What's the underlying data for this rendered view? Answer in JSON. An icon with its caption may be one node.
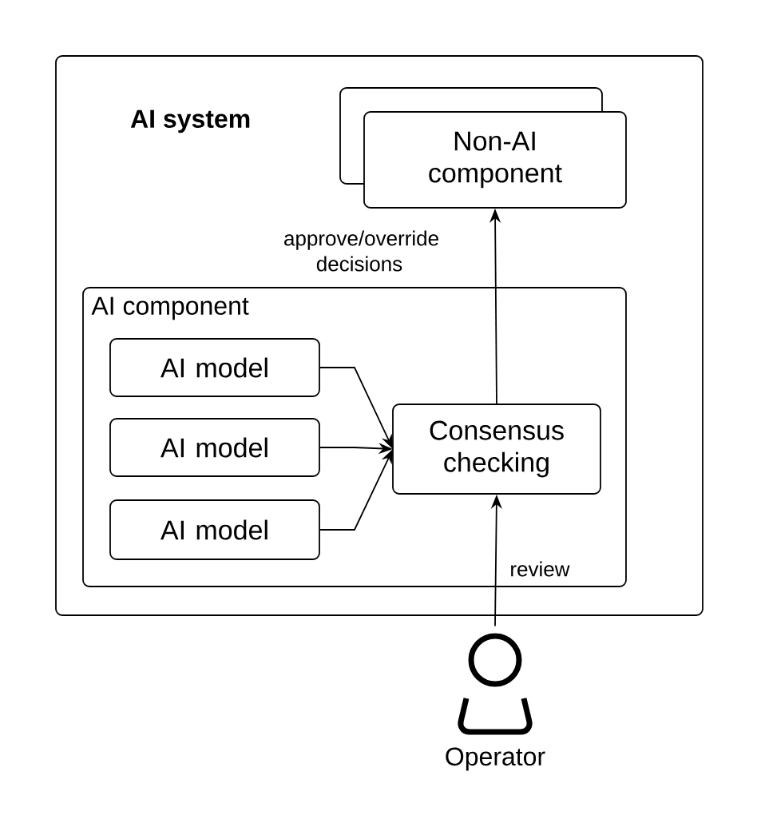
{
  "diagram": {
    "nodes": [
      {
        "text": [
          "AI system"
        ]
      },
      {
        "text": [
          "Non-AI component"
        ],
        "in": 0
      },
      {
        "text": [
          "AI component"
        ],
        "in": 0
      },
      {
        "text": [
          "AI model"
        ],
        "in": 2
      },
      {
        "text": [
          "AI model"
        ],
        "in": 2
      },
      {
        "text": [
          "AI model"
        ],
        "in": 2
      },
      {
        "text": [
          "Consensus checking"
        ],
        "in": 2
      },
      {
        "text": [
          "Operator"
        ]
      }
    ],
    "edges": [
      {
        "from": 3,
        "to": 6,
        "arrow": "to"
      },
      {
        "from": 4,
        "to": 6,
        "arrow": "to"
      },
      {
        "from": 5,
        "to": 6,
        "arrow": "to"
      },
      {
        "from": 6,
        "to": 1,
        "arrow": "to",
        "label": "approve/override decisions"
      },
      {
        "from": 7,
        "to": 6,
        "arrow": "to",
        "label": "review"
      }
    ]
  }
}
